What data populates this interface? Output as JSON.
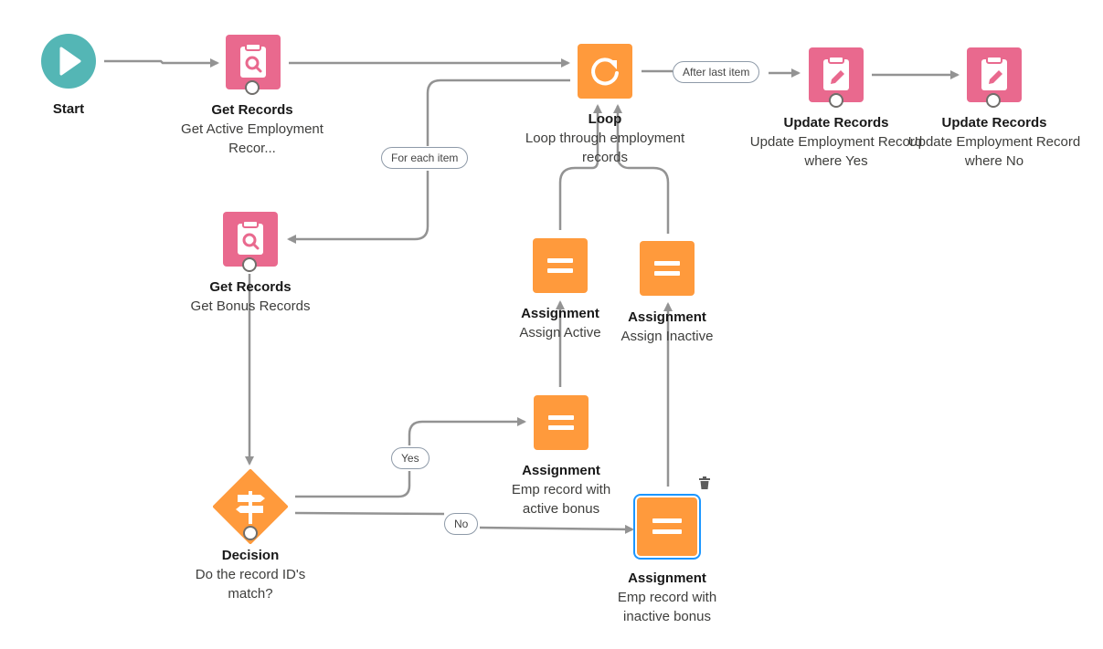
{
  "nodes": {
    "start": {
      "title": "Start"
    },
    "get_active": {
      "title": "Get Records",
      "subtitle": "Get Active Employment Recor..."
    },
    "loop": {
      "title": "Loop",
      "subtitle": "Loop through employment records"
    },
    "update_yes": {
      "title": "Update Records",
      "subtitle": "Update Employment Record where Yes"
    },
    "update_no": {
      "title": "Update Records",
      "subtitle": "Update Employment Record where No"
    },
    "get_bonus": {
      "title": "Get Records",
      "subtitle": "Get Bonus Records"
    },
    "assign_active": {
      "title": "Assignment",
      "subtitle": "Assign Active"
    },
    "assign_inactive": {
      "title": "Assignment",
      "subtitle": "Assign Inactive"
    },
    "emp_active": {
      "title": "Assignment",
      "subtitle": "Emp record with active bonus"
    },
    "emp_inactive": {
      "title": "Assignment",
      "subtitle": "Emp record with inactive bonus"
    },
    "decision": {
      "title": "Decision",
      "subtitle": "Do the record ID's match?"
    }
  },
  "edge_labels": {
    "after_last": "After last item",
    "for_each": "For each item",
    "yes": "Yes",
    "no": "No"
  },
  "colors": {
    "start": "#54b6b5",
    "records": "#e9698e",
    "logic": "#ff9a3c",
    "line": "#939393",
    "selection": "#1b96ff"
  },
  "icons": {
    "start": "play-icon",
    "get_records": "clipboard-search-icon",
    "loop": "loop-icon",
    "update_records": "clipboard-edit-icon",
    "assignment": "equals-icon",
    "decision": "signpost-icon",
    "delete": "trash-icon"
  }
}
